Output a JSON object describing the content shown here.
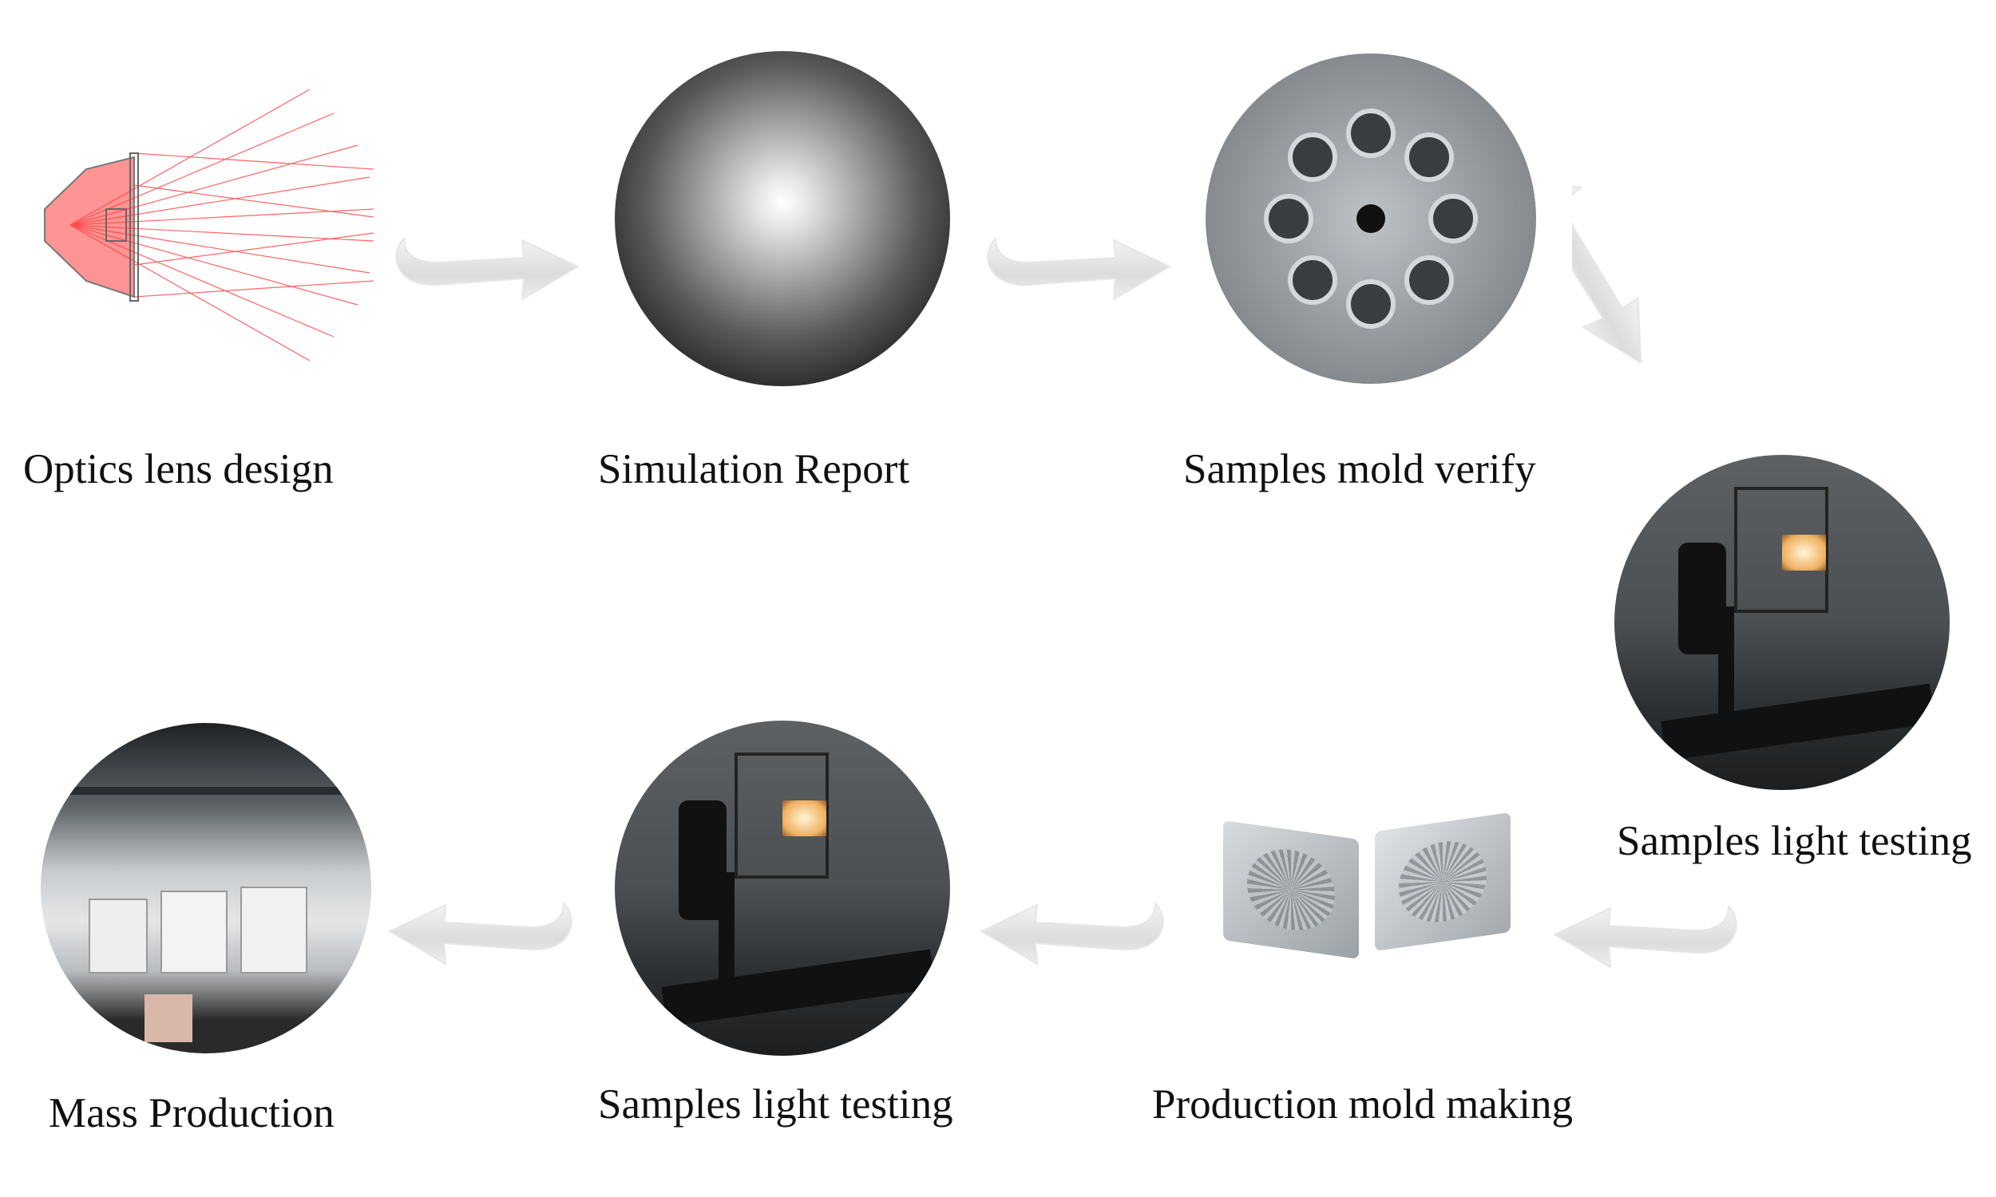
{
  "steps": [
    {
      "label": "Optics lens design",
      "icon": "lens-ray-trace-diagram"
    },
    {
      "label": "Simulation Report",
      "icon": "light-distribution-sphere"
    },
    {
      "label": "Samples mold verify",
      "icon": "sample-mold-photo"
    },
    {
      "label": "Samples light testing",
      "icon": "light-testing-photo"
    },
    {
      "label": "Production mold making",
      "icon": "production-mold-photo"
    },
    {
      "label": "Samples light testing",
      "icon": "light-testing-photo"
    },
    {
      "label": "Mass Production",
      "icon": "factory-photo"
    }
  ],
  "colors": {
    "arrow": "#e3e3e3",
    "ray": "#ff2a2a",
    "text": "#111111"
  }
}
